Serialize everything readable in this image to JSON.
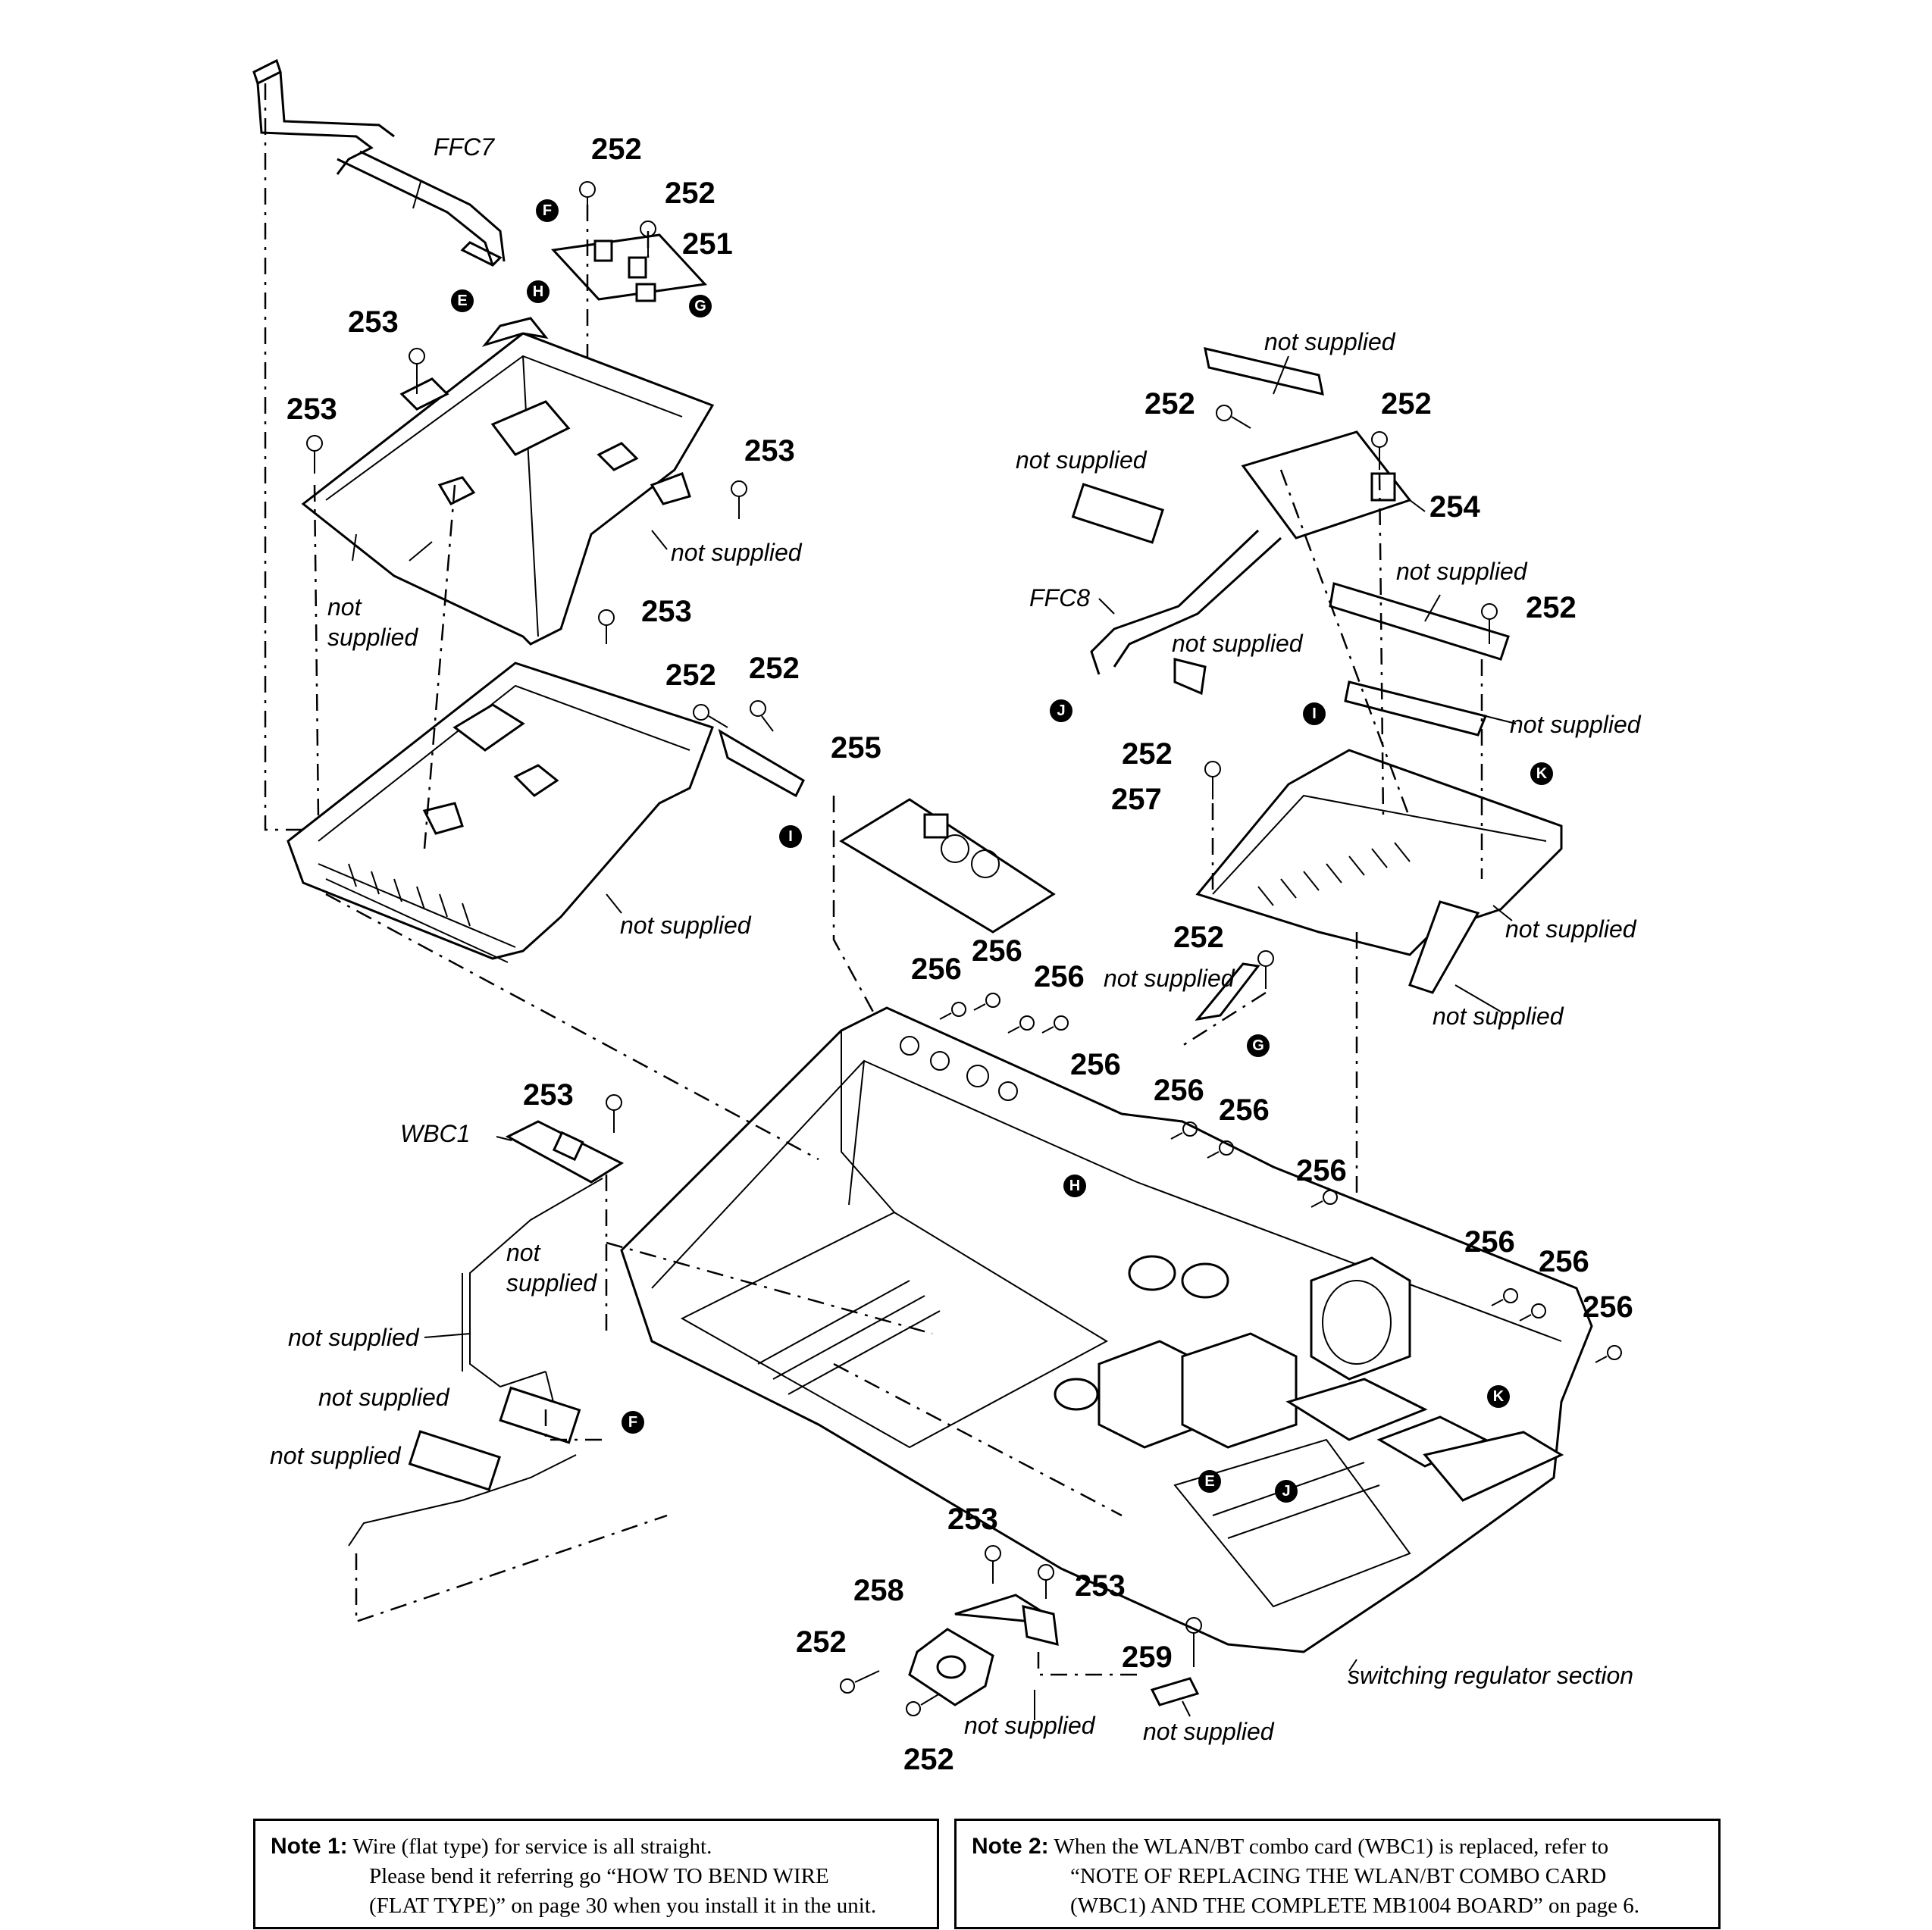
{
  "part_numbers": {
    "p252": "252",
    "p251": "251",
    "p253": "253",
    "p254": "254",
    "p255": "255",
    "p256": "256",
    "p257": "257",
    "p258": "258",
    "p259": "259"
  },
  "labels": {
    "ffc7": "FFC7",
    "ffc8": "FFC8",
    "wbc1": "WBC1",
    "not_supplied": "not supplied",
    "not": "not",
    "supplied": "supplied",
    "switching_regulator": "switching regulator section"
  },
  "markers": {
    "E": "E",
    "F": "F",
    "G": "G",
    "H": "H",
    "I": "I",
    "J": "J",
    "K": "K"
  },
  "notes": {
    "note1": {
      "label": "Note 1:",
      "line1": "Wire (flat type) for service is all straight.",
      "line2": "Please bend it referring go “HOW TO BEND WIRE",
      "line3": "(FLAT TYPE)” on page 30 when you install it in the unit."
    },
    "note2": {
      "label": "Note 2:",
      "line1": "When the WLAN/BT combo card (WBC1) is replaced, refer to",
      "line2": "“NOTE OF REPLACING THE WLAN/BT COMBO CARD",
      "line3": "(WBC1) AND THE COMPLETE MB1004 BOARD” on page 6."
    }
  }
}
